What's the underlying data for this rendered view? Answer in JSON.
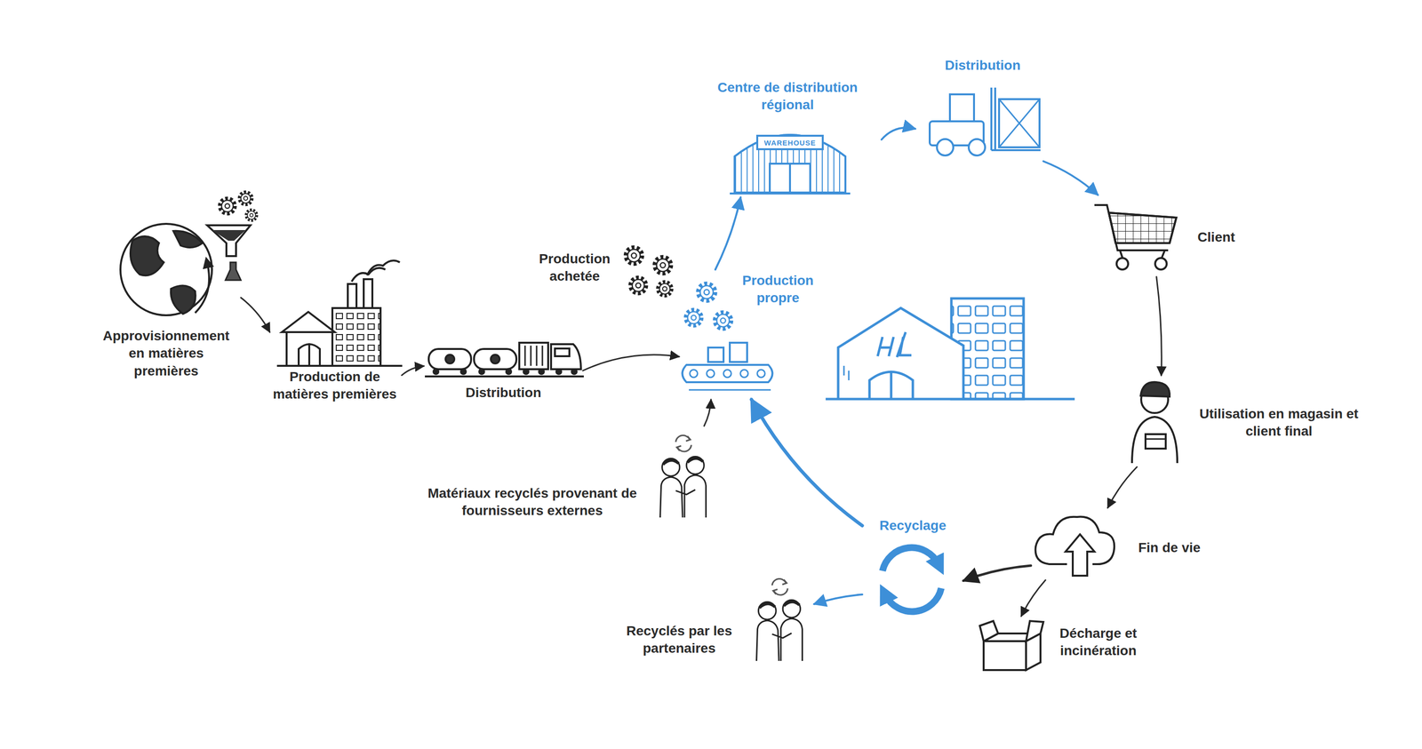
{
  "diagram": {
    "nodes": [
      {
        "text": [
          "Approvisionnement en matières premières"
        ]
      },
      {
        "text": [
          "Production de matières premières"
        ]
      },
      {
        "text": [
          "Distribution"
        ]
      },
      {
        "text": [
          "Production achetée"
        ]
      },
      {
        "text": [
          "Production propre"
        ]
      },
      {
        "text": [
          "Centre de distribution régional"
        ]
      },
      {
        "text": [
          "Distribution"
        ]
      },
      {
        "text": [
          "Client"
        ]
      },
      {
        "text": [
          "Utilisation en magasin et client final"
        ]
      },
      {
        "text": [
          "Fin de vie"
        ]
      },
      {
        "text": [
          "Décharge et incinération"
        ]
      },
      {
        "text": [
          "Recyclage"
        ]
      },
      {
        "text": [
          "Recyclés par les partenaires"
        ]
      },
      {
        "text": [
          "Matériaux recyclés provenant de fournisseurs externes"
        ]
      }
    ],
    "edges": [
      {
        "from": 0,
        "to": 1,
        "arrow": "to"
      },
      {
        "from": 1,
        "to": 2,
        "arrow": "to"
      },
      {
        "from": 2,
        "to": 4,
        "arrow": "to"
      },
      {
        "from": 4,
        "to": 5,
        "arrow": "to"
      },
      {
        "from": 5,
        "to": 6,
        "arrow": "to"
      },
      {
        "from": 6,
        "to": 7,
        "arrow": "to"
      },
      {
        "from": 7,
        "to": 8,
        "arrow": "to"
      },
      {
        "from": 8,
        "to": 9,
        "arrow": "to"
      },
      {
        "from": 9,
        "to": 11,
        "arrow": "to"
      },
      {
        "from": 9,
        "to": 10,
        "arrow": "to"
      },
      {
        "from": 11,
        "to": 12,
        "arrow": "to"
      },
      {
        "from": 11,
        "to": 4,
        "arrow": "to"
      },
      {
        "from": 13,
        "to": 4,
        "arrow": "to"
      }
    ],
    "labels": [
      "WAREHOUSE"
    ]
  }
}
